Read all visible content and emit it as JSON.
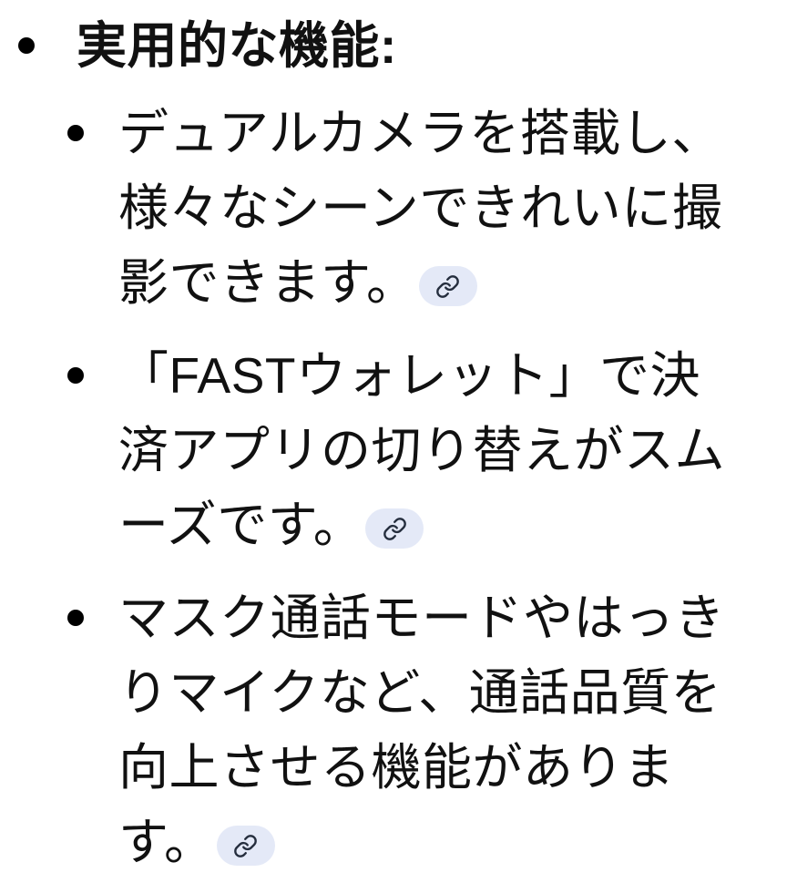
{
  "page": {
    "background_color": "#ffffff",
    "text_color": "#111111",
    "bullet_color": "#000000"
  },
  "content": {
    "heading": "実用的な機能:",
    "items": [
      {
        "text": "デュアルカメラを搭載し、様々なシーンできれいに撮影できます。"
      },
      {
        "text": "「FASTウォレット」で決済アプリの切り替えがスムーズです。"
      },
      {
        "text": "マスク通話モードやはっきりマイクなど、通話品質を向上させる機能があります。"
      }
    ],
    "link_badge": {
      "icon": "link-icon",
      "bg_color": "#e4e9f7",
      "icon_color": "#252e3e"
    }
  }
}
